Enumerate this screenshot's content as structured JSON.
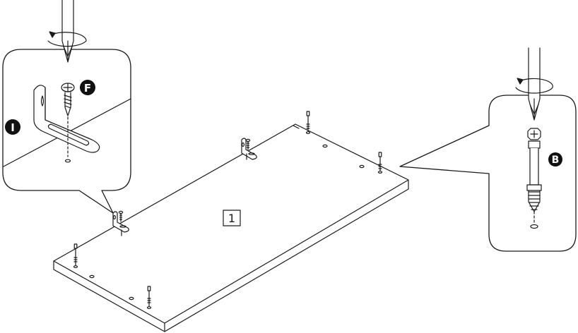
{
  "panel": {
    "label": "1"
  },
  "callouts": {
    "left_screw_label": "F",
    "left_bracket_label": "I",
    "right_bolt_label": "B"
  },
  "colors": {
    "line": "#1a1a1a",
    "fill": "#ffffff",
    "badge": "#111111",
    "badge_text": "#ffffff"
  }
}
